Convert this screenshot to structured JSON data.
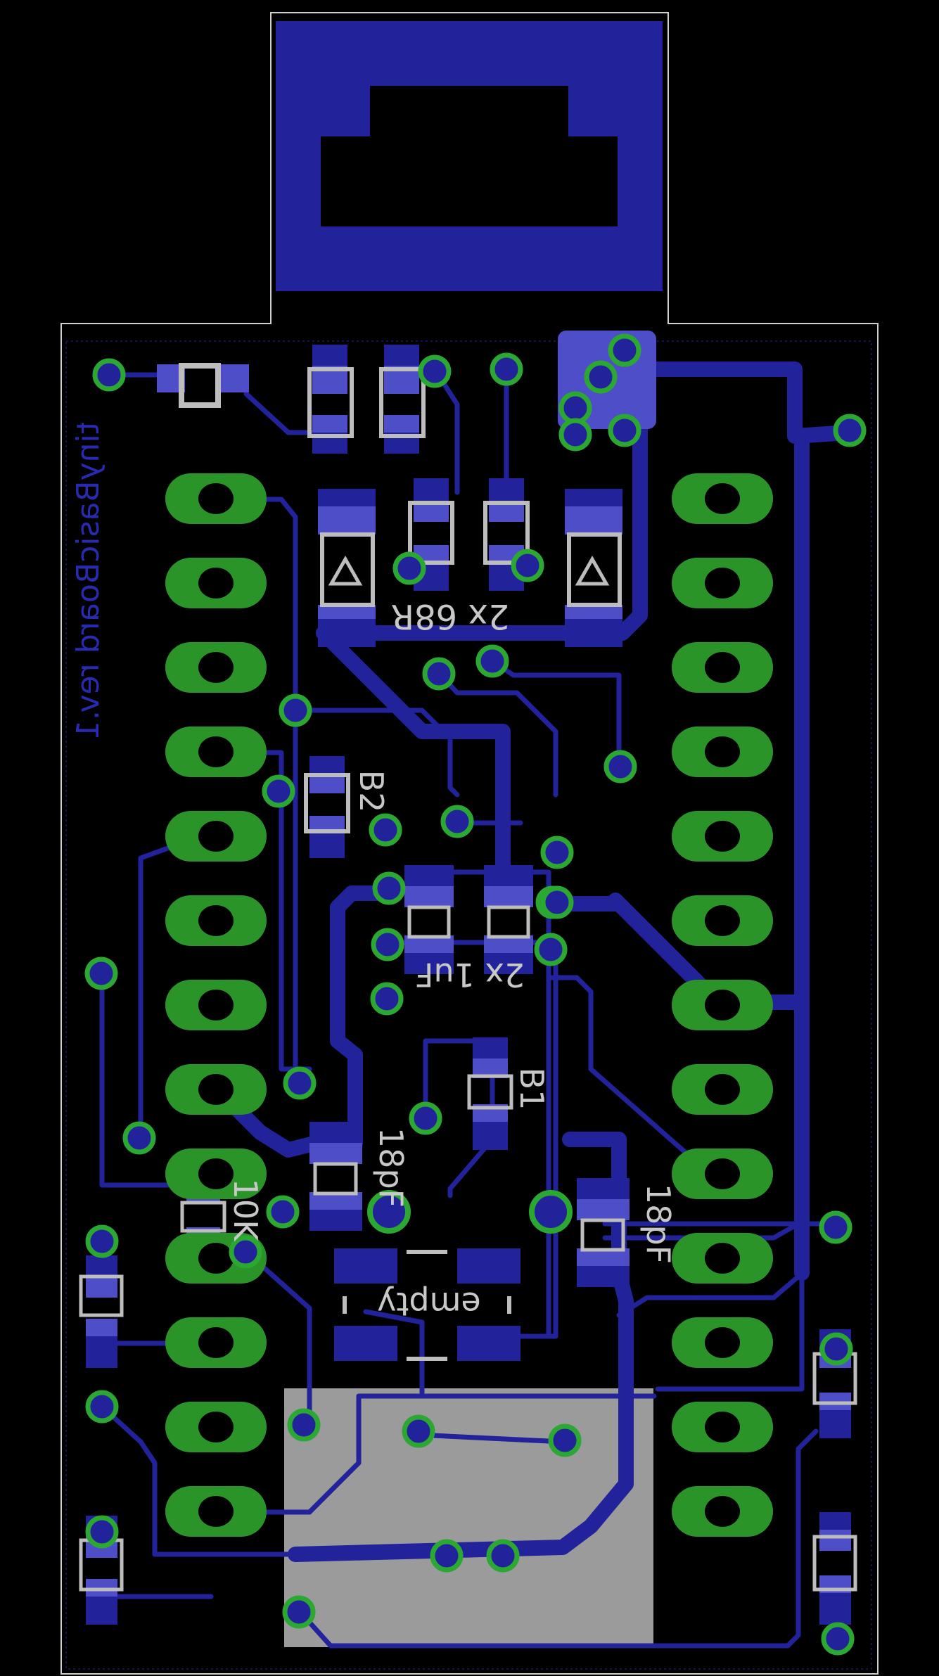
{
  "board": {
    "silkscreen_text": "tinyBasicBoard rev.1",
    "colors": {
      "background": "#000000",
      "outline": "#d8d8d8",
      "copper": "#22229a",
      "pad": "#4e4ec8",
      "via_ring": "#2aa832",
      "pin_pad": "#2a9428",
      "silk": "#bdbdbd",
      "module": "#9b9b9b"
    }
  },
  "labels": {
    "c_68p": "2x 68R",
    "c_1uf": "2x 1uF",
    "r_b2": "B2",
    "r_b1": "B1",
    "c_18pf_left": "18pF",
    "c_18pf_right": "18pF",
    "r_10k": "10K",
    "crystal": "empty"
  },
  "header_left": {
    "count": 13
  },
  "header_right": {
    "count": 13
  }
}
